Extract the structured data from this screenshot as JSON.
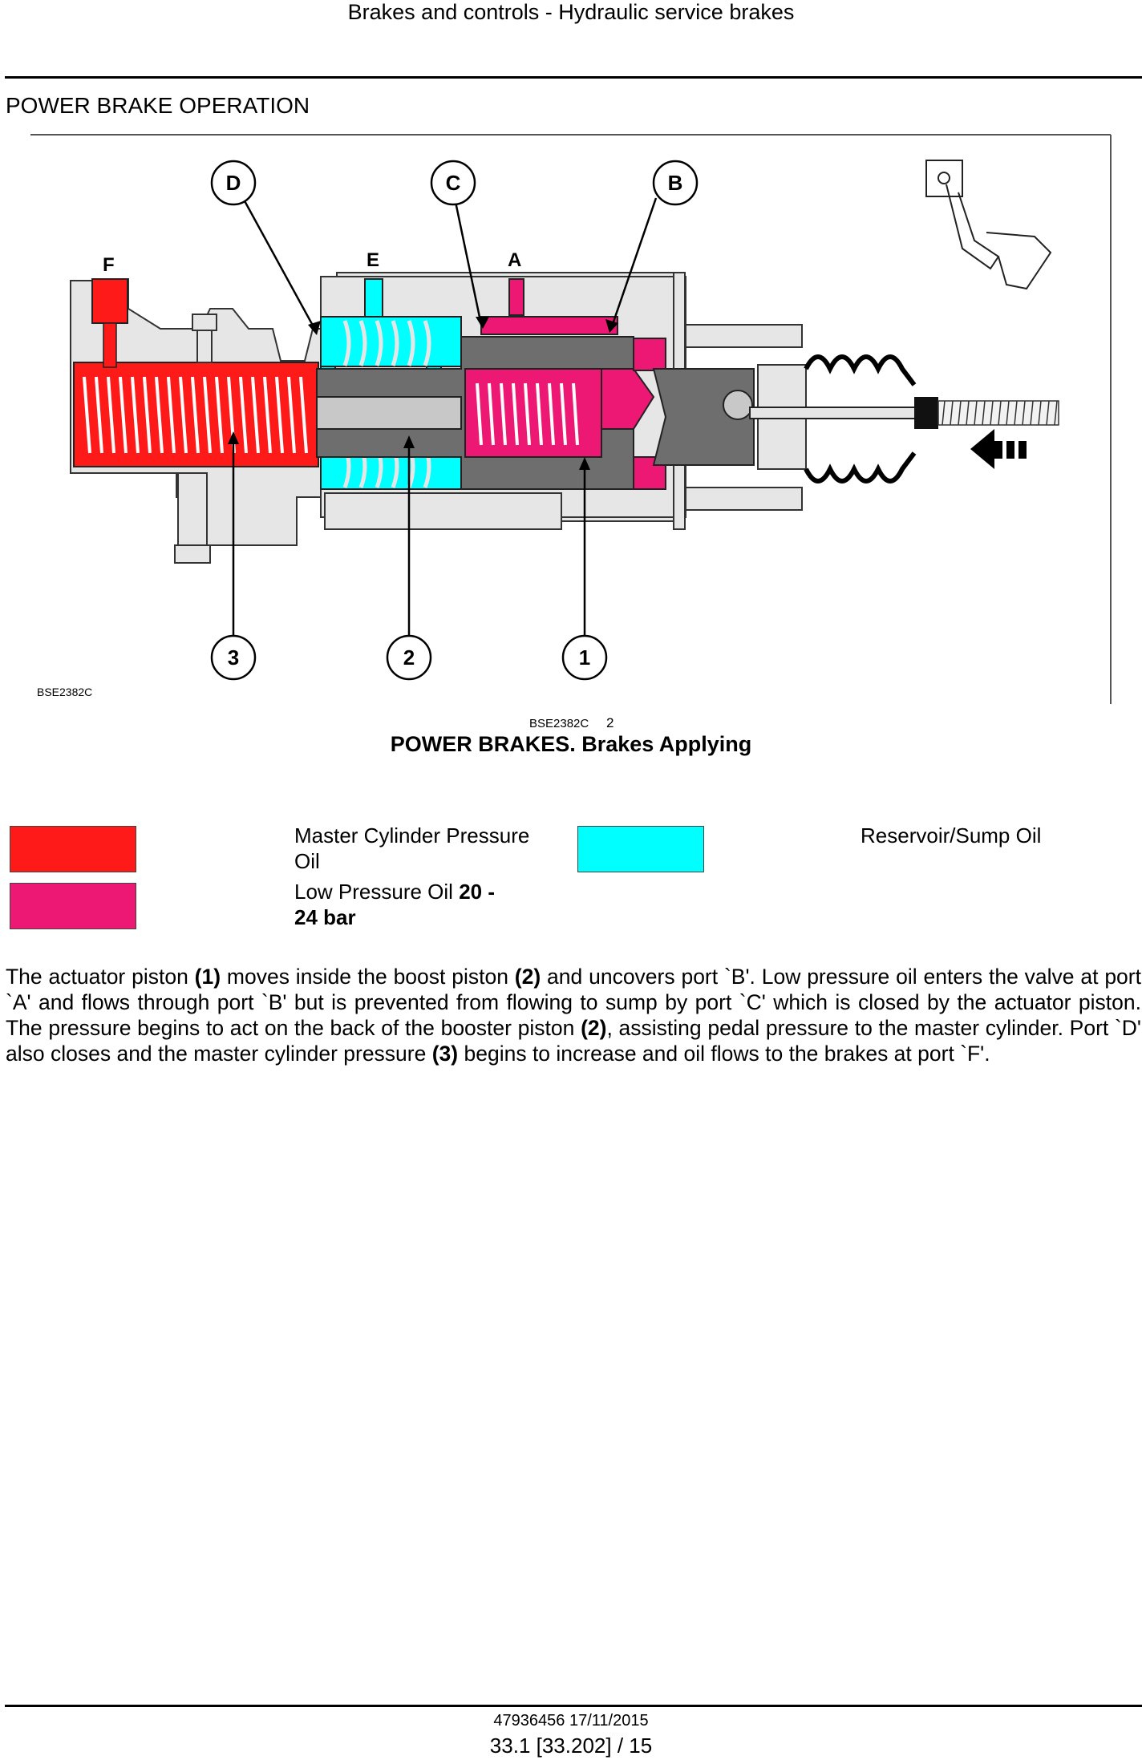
{
  "header": {
    "title": "Brakes and controls - Hydraulic service brakes"
  },
  "section": {
    "title": "POWER BRAKE OPERATION"
  },
  "figure": {
    "callouts": {
      "D": "D",
      "C": "C",
      "B": "B",
      "n3": "3",
      "n2": "2",
      "n1": "1"
    },
    "ports": {
      "F": "F",
      "E": "E",
      "A": "A"
    },
    "code_inner": "BSE2382C",
    "code_ref": "BSE2382C",
    "number": "2",
    "caption": "POWER BRAKES. Brakes Applying"
  },
  "legend": {
    "colors": {
      "master": "#ff1a1a",
      "low": "#ec1873",
      "reservoir": "#00ffff"
    },
    "master_line1": "Master Cylinder Pressure",
    "master_line2": "Oil",
    "low_prefix": "Low Pressure Oil ",
    "low_value1": "20 -",
    "low_value2": "24 bar",
    "reservoir": "Reservoir/Sump Oil"
  },
  "body": {
    "s1": "The actuator piston ",
    "b1": "(1)",
    "s2": " moves inside the boost piston ",
    "b2": "(2)",
    "s3": " and uncovers port `B'. Low pressure oil enters the valve at port `A' and flows through port `B' but is prevented from flowing to sump by port `C' which is closed by the actuator piston.  The pressure begins to act on the back of the booster piston ",
    "b3": "(2)",
    "s4": ", assisting pedal pressure to the master cylinder.  Port `D' also closes and the master cylinder pressure ",
    "b4": "(3)",
    "s5": " begins to increase and oil flows to the brakes at port `F'."
  },
  "footer": {
    "doc": "47936456 17/11/2015",
    "page": "33.1 [33.202] / 15"
  }
}
